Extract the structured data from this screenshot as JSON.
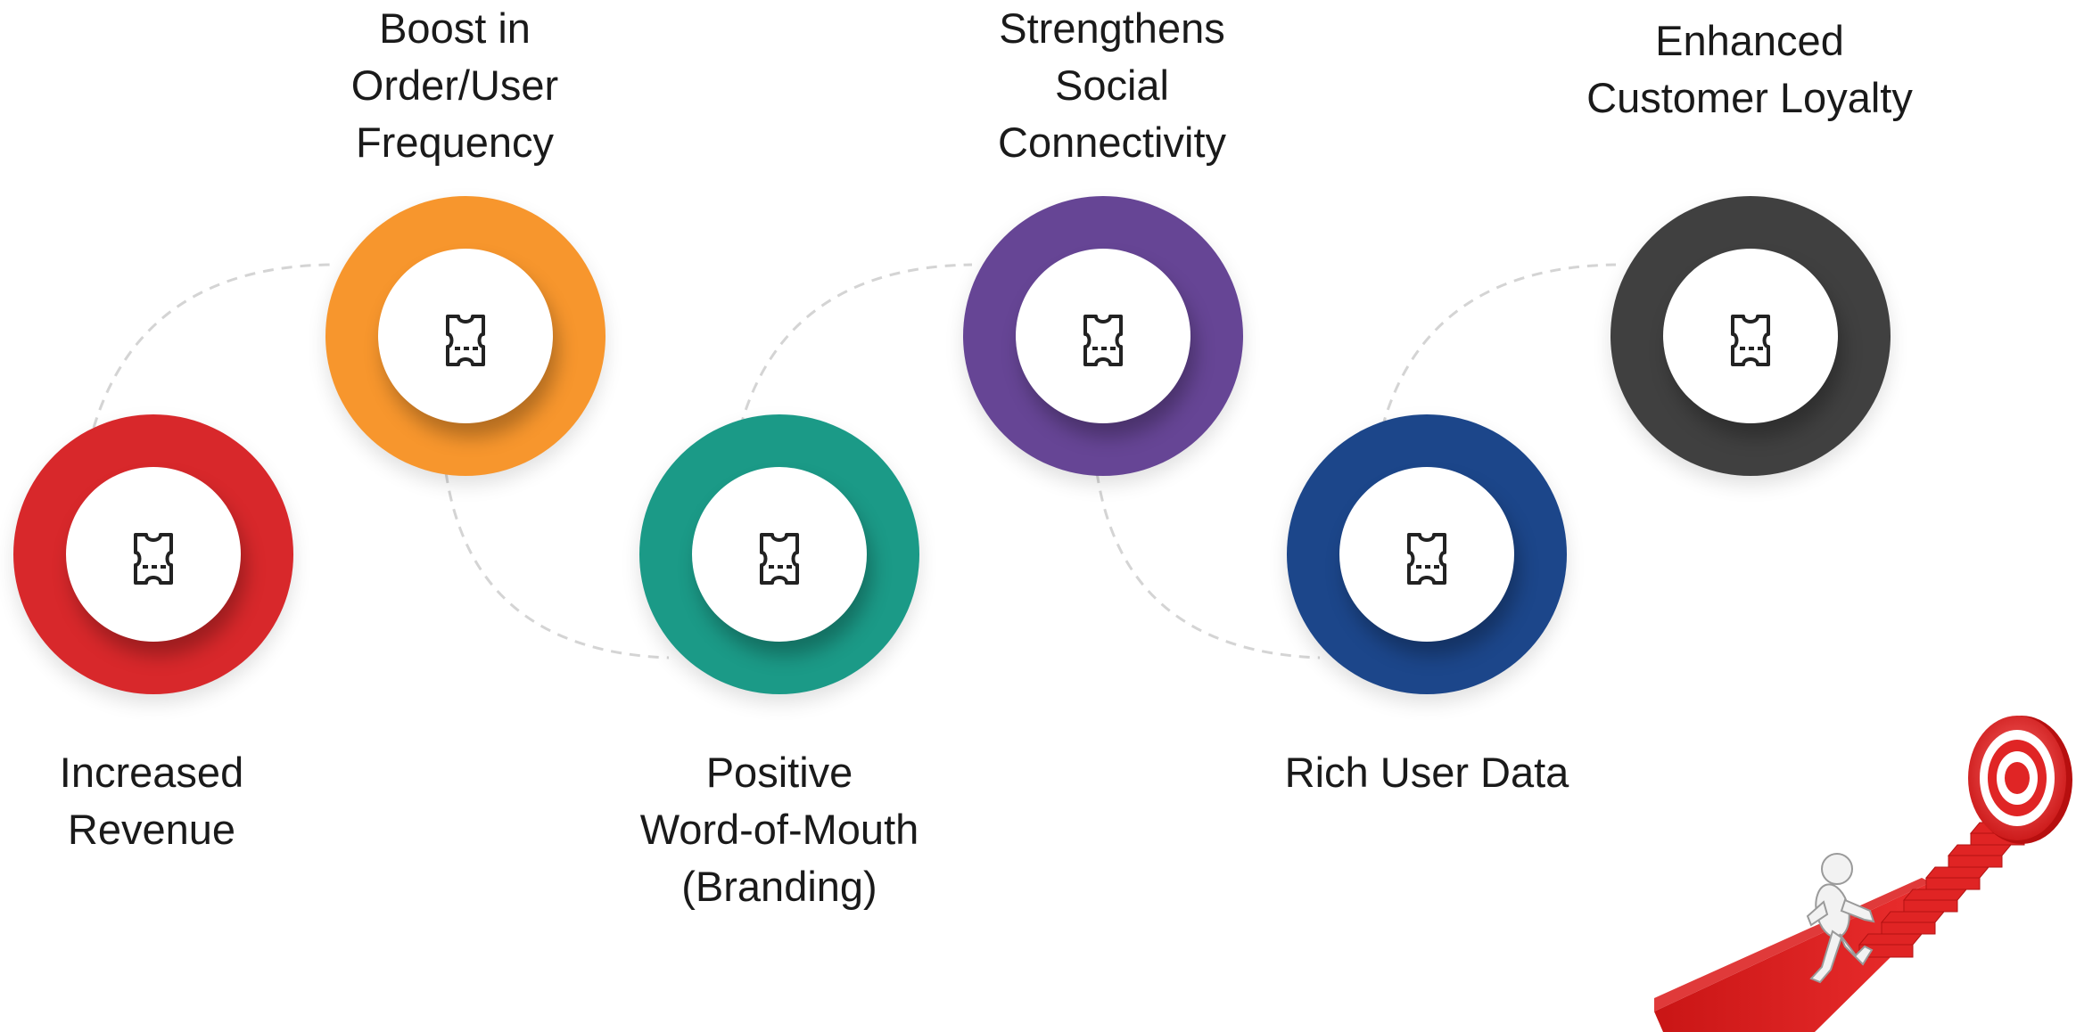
{
  "diagram": {
    "steps": [
      {
        "id": "increased-revenue",
        "label": "Increased\nRevenue",
        "color": "#d8282b",
        "icon": "ticket-icon"
      },
      {
        "id": "boost-frequency",
        "label": "Boost in\nOrder/User\nFrequency",
        "color": "#f7962d",
        "icon": "ticket-icon"
      },
      {
        "id": "positive-word-of-mouth",
        "label": "Positive\nWord-of-Mouth\n(Branding)",
        "color": "#1b9a87",
        "icon": "ticket-icon"
      },
      {
        "id": "social-connectivity",
        "label": "Strengthens\nSocial\nConnectivity",
        "color": "#664595",
        "icon": "ticket-icon"
      },
      {
        "id": "rich-user-data",
        "label": "Rich User Data",
        "color": "#1c468a",
        "icon": "ticket-icon"
      },
      {
        "id": "customer-loyalty",
        "label": "Enhanced\nCustomer Loyalty",
        "color": "#404040",
        "icon": "ticket-icon"
      }
    ],
    "connector_color": "#d4d4d4",
    "illustration": "figure-climbing-stairs-to-target"
  }
}
